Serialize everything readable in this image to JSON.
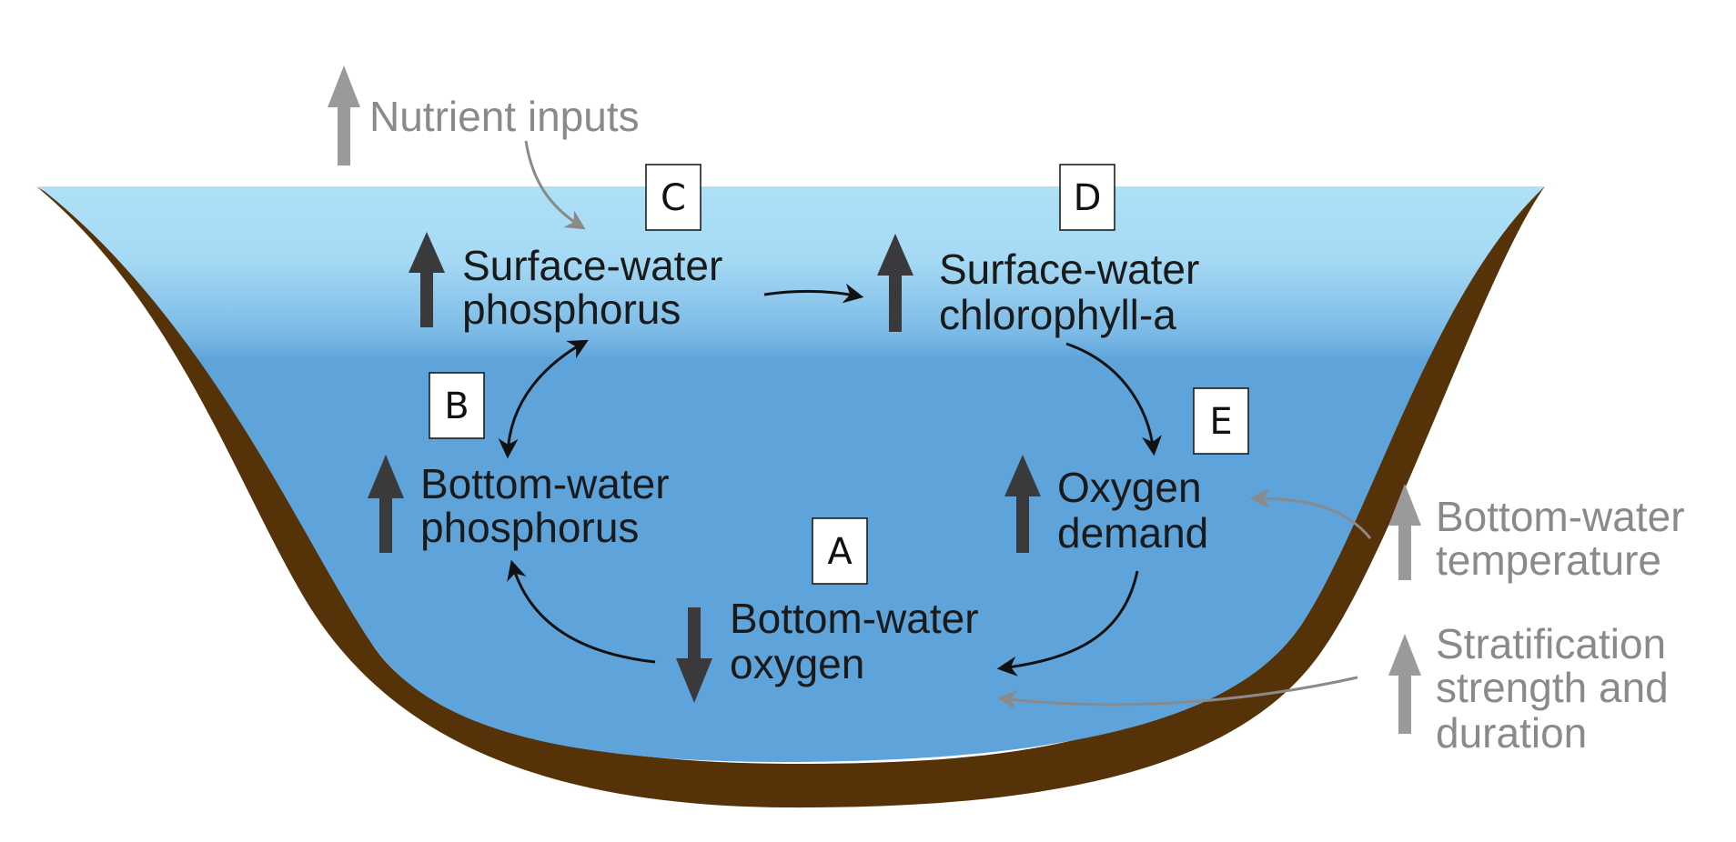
{
  "nodes": {
    "surface_phosphorus": {
      "line1": "Surface-water",
      "line2": "phosphorus",
      "trend": "up"
    },
    "surface_chlorophyll": {
      "line1": "Surface-water",
      "line2": "chlorophyll-a",
      "trend": "up"
    },
    "bottom_phosphorus": {
      "line1": "Bottom-water",
      "line2": "phosphorus",
      "trend": "up"
    },
    "oxygen_demand": {
      "line1": "Oxygen",
      "line2": "demand",
      "trend": "up"
    },
    "bottom_oxygen": {
      "line1": "Bottom-water",
      "line2": "oxygen",
      "trend": "down"
    }
  },
  "boxes": {
    "a": "A",
    "b": "B",
    "c": "C",
    "d": "D",
    "e": "E"
  },
  "drivers": {
    "nutrient_inputs": {
      "line1": "Nutrient inputs",
      "trend": "up"
    },
    "bottom_temperature": {
      "line1": "Bottom-water",
      "line2": "temperature",
      "trend": "up"
    },
    "stratification": {
      "line1": "Stratification",
      "line2": "strength and",
      "line3": "duration",
      "trend": "up"
    }
  },
  "colors": {
    "water_surface": "#aee0f7",
    "water_deep": "#5ea4da",
    "sediment": "#563208",
    "node_text": "#1a1a1a",
    "driver_text": "#8a8a8a",
    "trend_arrow": "#3a3a3c",
    "driver_arrow": "#9a9a9a"
  }
}
